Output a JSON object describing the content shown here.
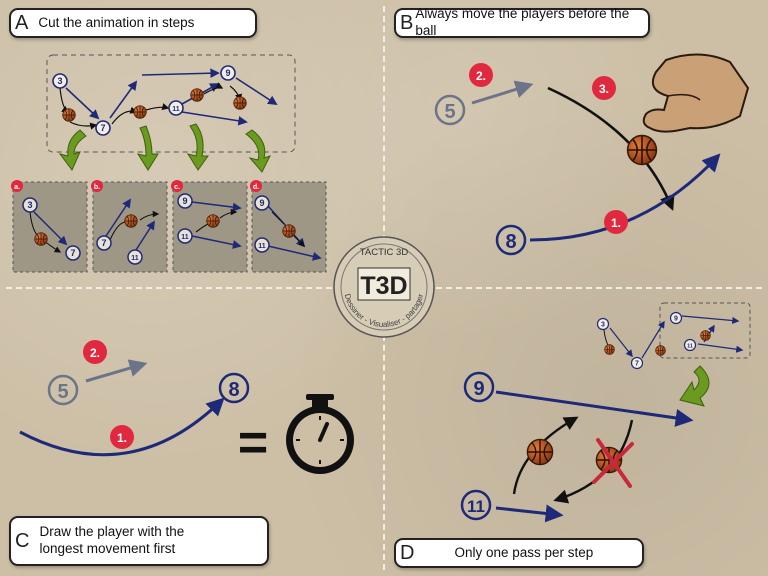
{
  "panels": {
    "a": {
      "letter": "A",
      "title": "Cut the animation in steps",
      "steps": [
        "a.",
        "b.",
        "c.",
        "d."
      ]
    },
    "b": {
      "letter": "B",
      "title": "Always move the players before the ball"
    },
    "c": {
      "letter": "C",
      "title_line1": "Draw the player with the",
      "title_line2": "longest movement first"
    },
    "d": {
      "letter": "D",
      "title": "Only one pass per step"
    }
  },
  "logo": {
    "brand": "TACTIC 3D",
    "mark": "T3D",
    "ring_text": "Dessiner - Visualiser - partager"
  },
  "players": {
    "p3": "3",
    "p7": "7",
    "p9": "9",
    "p11": "11",
    "p5": "5",
    "p8": "8"
  },
  "order": {
    "first": "1.",
    "second": "2.",
    "third": "3."
  },
  "equals": "=",
  "colors": {
    "arrow_blue": "#1e2a78",
    "arrow_grey": "#6b7488",
    "badge_red": "#e0283f",
    "green": "#6a9a1f"
  }
}
